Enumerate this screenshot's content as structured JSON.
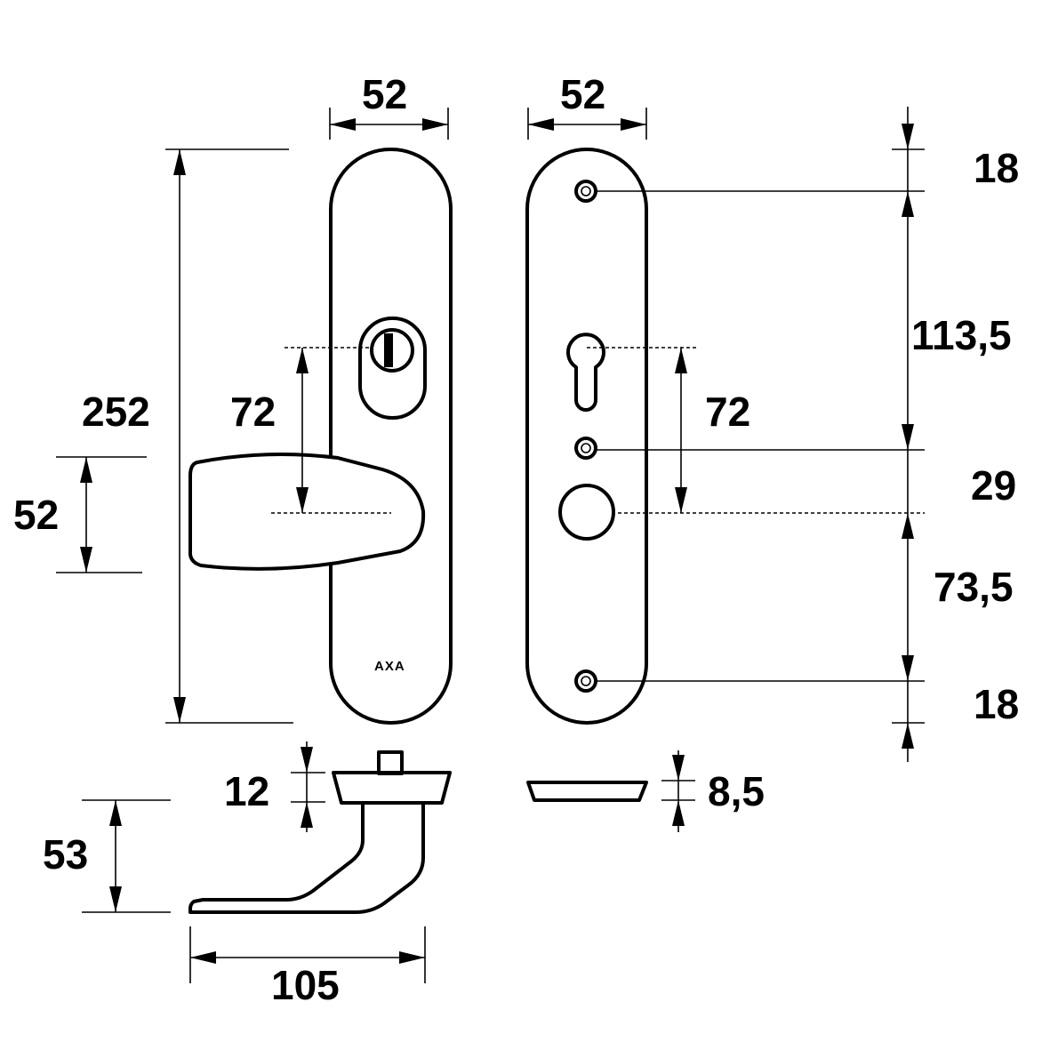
{
  "dimensions": {
    "plate_width_left": "52",
    "plate_width_right": "52",
    "total_height": "252",
    "handle_height": "52",
    "spindle_to_cylinder_left": "72",
    "spindle_to_cylinder_right": "72",
    "top_screw_offset": "18",
    "top_to_middle_screw": "113,5",
    "middle_screw_to_spindle": "29",
    "spindle_to_bottom_screw": "73,5",
    "bottom_screw_offset": "18",
    "rose_thickness": "12",
    "back_plate_thickness": "8,5",
    "handle_projection": "53",
    "handle_length": "105"
  },
  "brand_mark": "AXA"
}
